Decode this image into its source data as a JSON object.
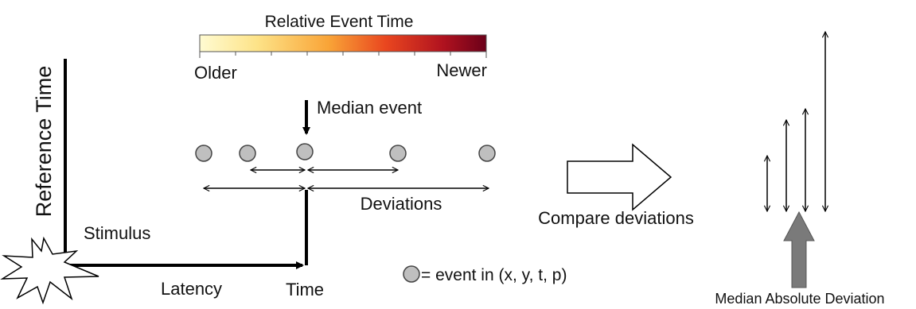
{
  "colorbar": {
    "title": "Relative Event Time",
    "left_label": "Older",
    "right_label": "Newer",
    "gradient": [
      "#fffbd2",
      "#fde388",
      "#f9a437",
      "#e9461f",
      "#b0121f",
      "#6b0019"
    ]
  },
  "axes": {
    "y_label": "Reference Time",
    "x_label": "Time",
    "stimulus_label": "Stimulus",
    "latency_label": "Latency"
  },
  "median": {
    "label": "Median event"
  },
  "deviations": {
    "label": "Deviations"
  },
  "compare": {
    "label": "Compare deviations"
  },
  "mad": {
    "label": "Median Absolute Deviation"
  },
  "legend": {
    "label": "= event in (x, y, t, p)"
  },
  "colors": {
    "event_fill": "#bfbfbf",
    "mad_arrow": "#7a7a7a",
    "line": "#000000"
  }
}
